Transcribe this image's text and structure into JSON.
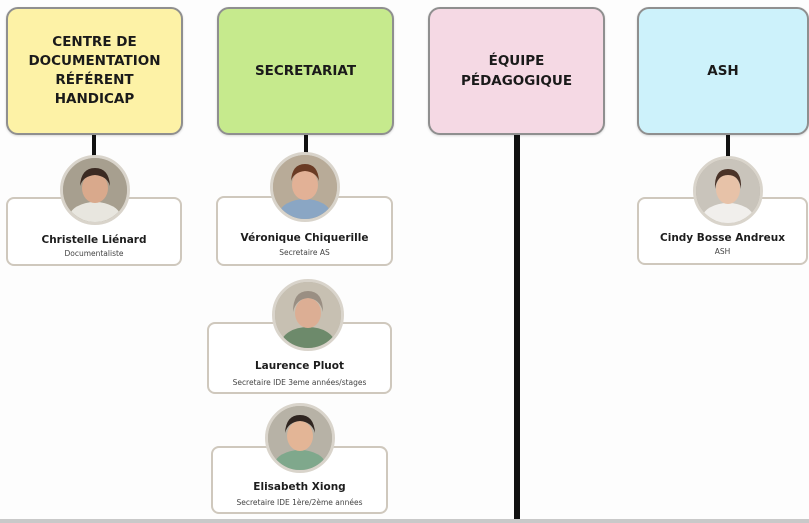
{
  "departments": [
    {
      "label": "CENTRE DE\nDOCUMENTATION\nRÉFÉRENT\nHANDICAP",
      "color": "#fdf2a6"
    },
    {
      "label": "SECRETARIAT",
      "color": "#c6ea8d"
    },
    {
      "label": "ÉQUIPE\nPÉDAGOGIQUE",
      "color": "#f5d9e4"
    },
    {
      "label": "ASH",
      "color": "#cdf2fb"
    }
  ],
  "people": [
    {
      "name": "Christelle Liénard",
      "role": "Documentaliste",
      "department": "CENTRE DE DOCUMENTATION RÉFÉRENT HANDICAP"
    },
    {
      "name": "Véronique Chiquerille",
      "role": "Secretaire AS",
      "department": "SECRETARIAT"
    },
    {
      "name": "Laurence Pluot",
      "role": "Secretaire IDE 3eme années/stages",
      "department": "SECRETARIAT"
    },
    {
      "name": "Elisabeth Xiong",
      "role": "Secretaire  IDE 1ère/2ème années",
      "department": "SECRETARIAT"
    },
    {
      "name": "Cindy Bosse Andreux",
      "role": "ASH",
      "department": "ASH"
    }
  ]
}
